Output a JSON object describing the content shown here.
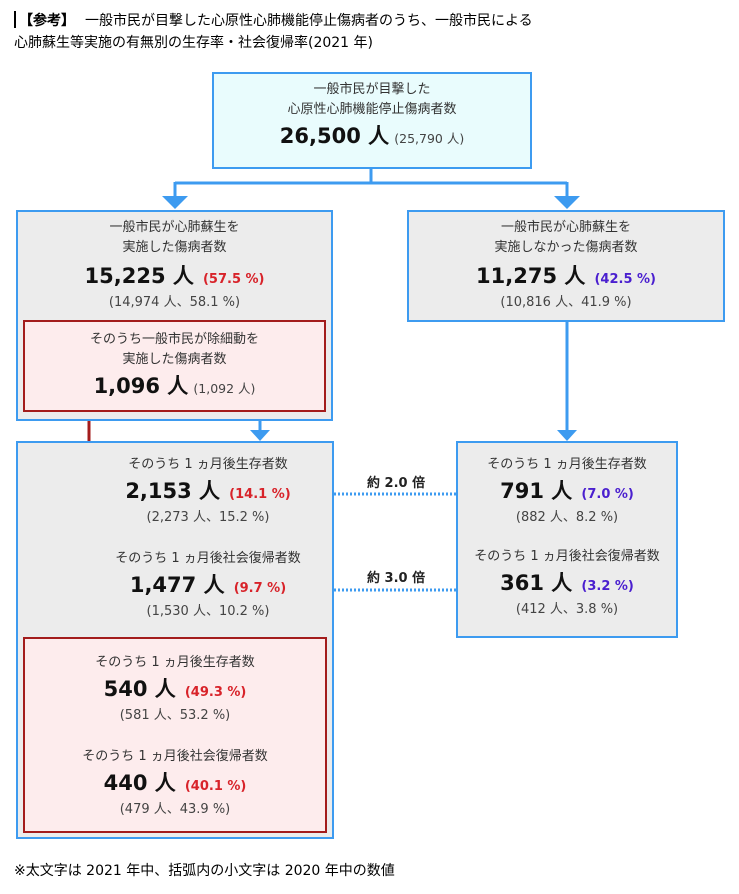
{
  "header": {
    "ref_label": "【参考】",
    "title_line1": "一般市民が目撃した心原性心肺機能停止傷病者のうち、一般市民による",
    "title_line2": "心肺蘇生等実施の有無別の生存率・社会復帰率(2021 年)"
  },
  "root": {
    "label_line1": "一般市民が目撃した",
    "label_line2": "心原性心肺機能停止傷病者数",
    "count": "26,500 人",
    "prev": "(25,790 人)"
  },
  "cpr_yes": {
    "label_line1": "一般市民が心肺蘇生を",
    "label_line2": "実施した傷病者数",
    "count": "15,225 人",
    "pct": "(57.5 %)",
    "prev": "(14,974 人、58.1 %)"
  },
  "defib": {
    "label_line1": "そのうち一般市民が除細動を",
    "label_line2": "実施した傷病者数",
    "count": "1,096 人",
    "prev": "(1,092 人)"
  },
  "cpr_no": {
    "label_line1": "一般市民が心肺蘇生を",
    "label_line2": "実施しなかった傷病者数",
    "count": "11,275 人",
    "pct": "(42.5 %)",
    "prev": "(10,816 人、41.9 %)"
  },
  "cpr_yes_outcome": {
    "survival_label": "そのうち 1 ヵ月後生存者数",
    "survival_count": "2,153 人",
    "survival_pct": "(14.1 %)",
    "survival_prev": "(2,273 人、15.2 %)",
    "social_label": "そのうち 1 ヵ月後社会復帰者数",
    "social_count": "1,477 人",
    "social_pct": "(9.7 %)",
    "social_prev": "(1,530 人、10.2 %)"
  },
  "cpr_no_outcome": {
    "survival_label": "そのうち 1 ヵ月後生存者数",
    "survival_count": "791 人",
    "survival_pct": "(7.0 %)",
    "survival_prev": "(882 人、8.2 %)",
    "social_label": "そのうち 1 ヵ月後社会復帰者数",
    "social_count": "361 人",
    "social_pct": "(3.2 %)",
    "social_prev": "(412 人、3.8 %)"
  },
  "defib_outcome": {
    "survival_label": "そのうち 1 ヵ月後生存者数",
    "survival_count": "540 人",
    "survival_pct": "(49.3 %)",
    "survival_prev": "(581 人、53.2 %)",
    "social_label": "そのうち 1 ヵ月後社会復帰者数",
    "social_count": "440 人",
    "social_pct": "(40.1 %)",
    "social_prev": "(479 人、43.9 %)"
  },
  "ratios": {
    "survival": "約 2.0 倍",
    "social": "約 3.0 倍"
  },
  "footnote": "※太文字は 2021 年中、括弧内の小文字は 2020 年中の数値",
  "colors": {
    "line_blue": "#3d9bf0",
    "line_red": "#a31c1c",
    "pct_red": "#d8232a",
    "pct_blue": "#4a1fcf"
  }
}
